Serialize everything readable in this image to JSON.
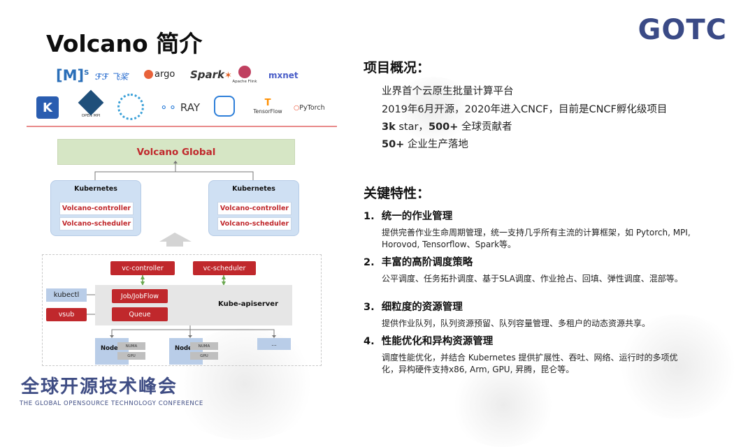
{
  "slide": {
    "title": "Volcano 简介",
    "brand": "GOTC",
    "conference_cn": "全球开源技术峰会",
    "conference_en": "THE GLOBAL OPENSOURCE TECHNOLOGY CONFERENCE"
  },
  "logos": {
    "row1": [
      "[M]",
      "S",
      "飞桨",
      "argo",
      "Spark",
      "Apache Flink",
      "mxnet"
    ],
    "row2": [
      "OPEN MPI",
      "RAY",
      "TensorFlow",
      "PyTorch"
    ]
  },
  "diagram": {
    "global": "Volcano Global",
    "clusters": [
      {
        "title": "Kubernetes",
        "items": [
          "Volcano-controller",
          "Volcano-scheduler"
        ]
      },
      {
        "title": "Kubernetes",
        "items": [
          "Volcano-controller",
          "Volcano-scheduler"
        ]
      }
    ],
    "vc_controller": "vc-controller",
    "vc_scheduler": "vc-scheduler",
    "kubectl": "kubectl",
    "vsub": "vsub",
    "job": "Job/JobFlow",
    "queue": "Queue",
    "apiserver": "Kube-apiserver",
    "node_label": "Node",
    "numa": "NUMA",
    "gpu": "GPU",
    "more": "..."
  },
  "overview": {
    "heading": "项目概况：",
    "line1": "业界首个云原生批量计算平台",
    "line2": "2019年6月开源，2020年进入CNCF，目前是CNCF孵化级项目",
    "line3_a": "3k",
    "line3_b": " star，",
    "line3_c": "500+",
    "line3_d": " 全球贡献者",
    "line4_a": "50+",
    "line4_b": " 企业生产落地"
  },
  "features": {
    "heading": "关键特性：",
    "items": [
      {
        "num": "1.",
        "title": "统一的作业管理",
        "desc": "提供完善作业生命周期管理，统一支持几乎所有主流的计算框架，如 Pytorch, MPI, Horovod, Tensorflow、Spark等。"
      },
      {
        "num": "2.",
        "title": "丰富的高阶调度策略",
        "desc": "公平调度、任务拓扑调度、基于SLA调度、作业抢占、回填、弹性调度、混部等。"
      },
      {
        "num": "3.",
        "title": "细粒度的资源管理",
        "desc": "提供作业队列，队列资源预留、队列容量管理、多租户的动态资源共享。"
      },
      {
        "num": "4.",
        "title": "性能优化和异构资源管理",
        "desc": "调度性能优化，并结合 Kubernetes 提供扩展性、吞吐、网络、运行时的多项优化，异构硬件支持x86, Arm, GPU, 昇腾，昆仑等。"
      }
    ]
  },
  "colors": {
    "accent_red": "#c0282c",
    "brand_navy": "#3a4a86",
    "cluster_blue": "#cfe0f3",
    "global_green": "#d6e6c5"
  }
}
